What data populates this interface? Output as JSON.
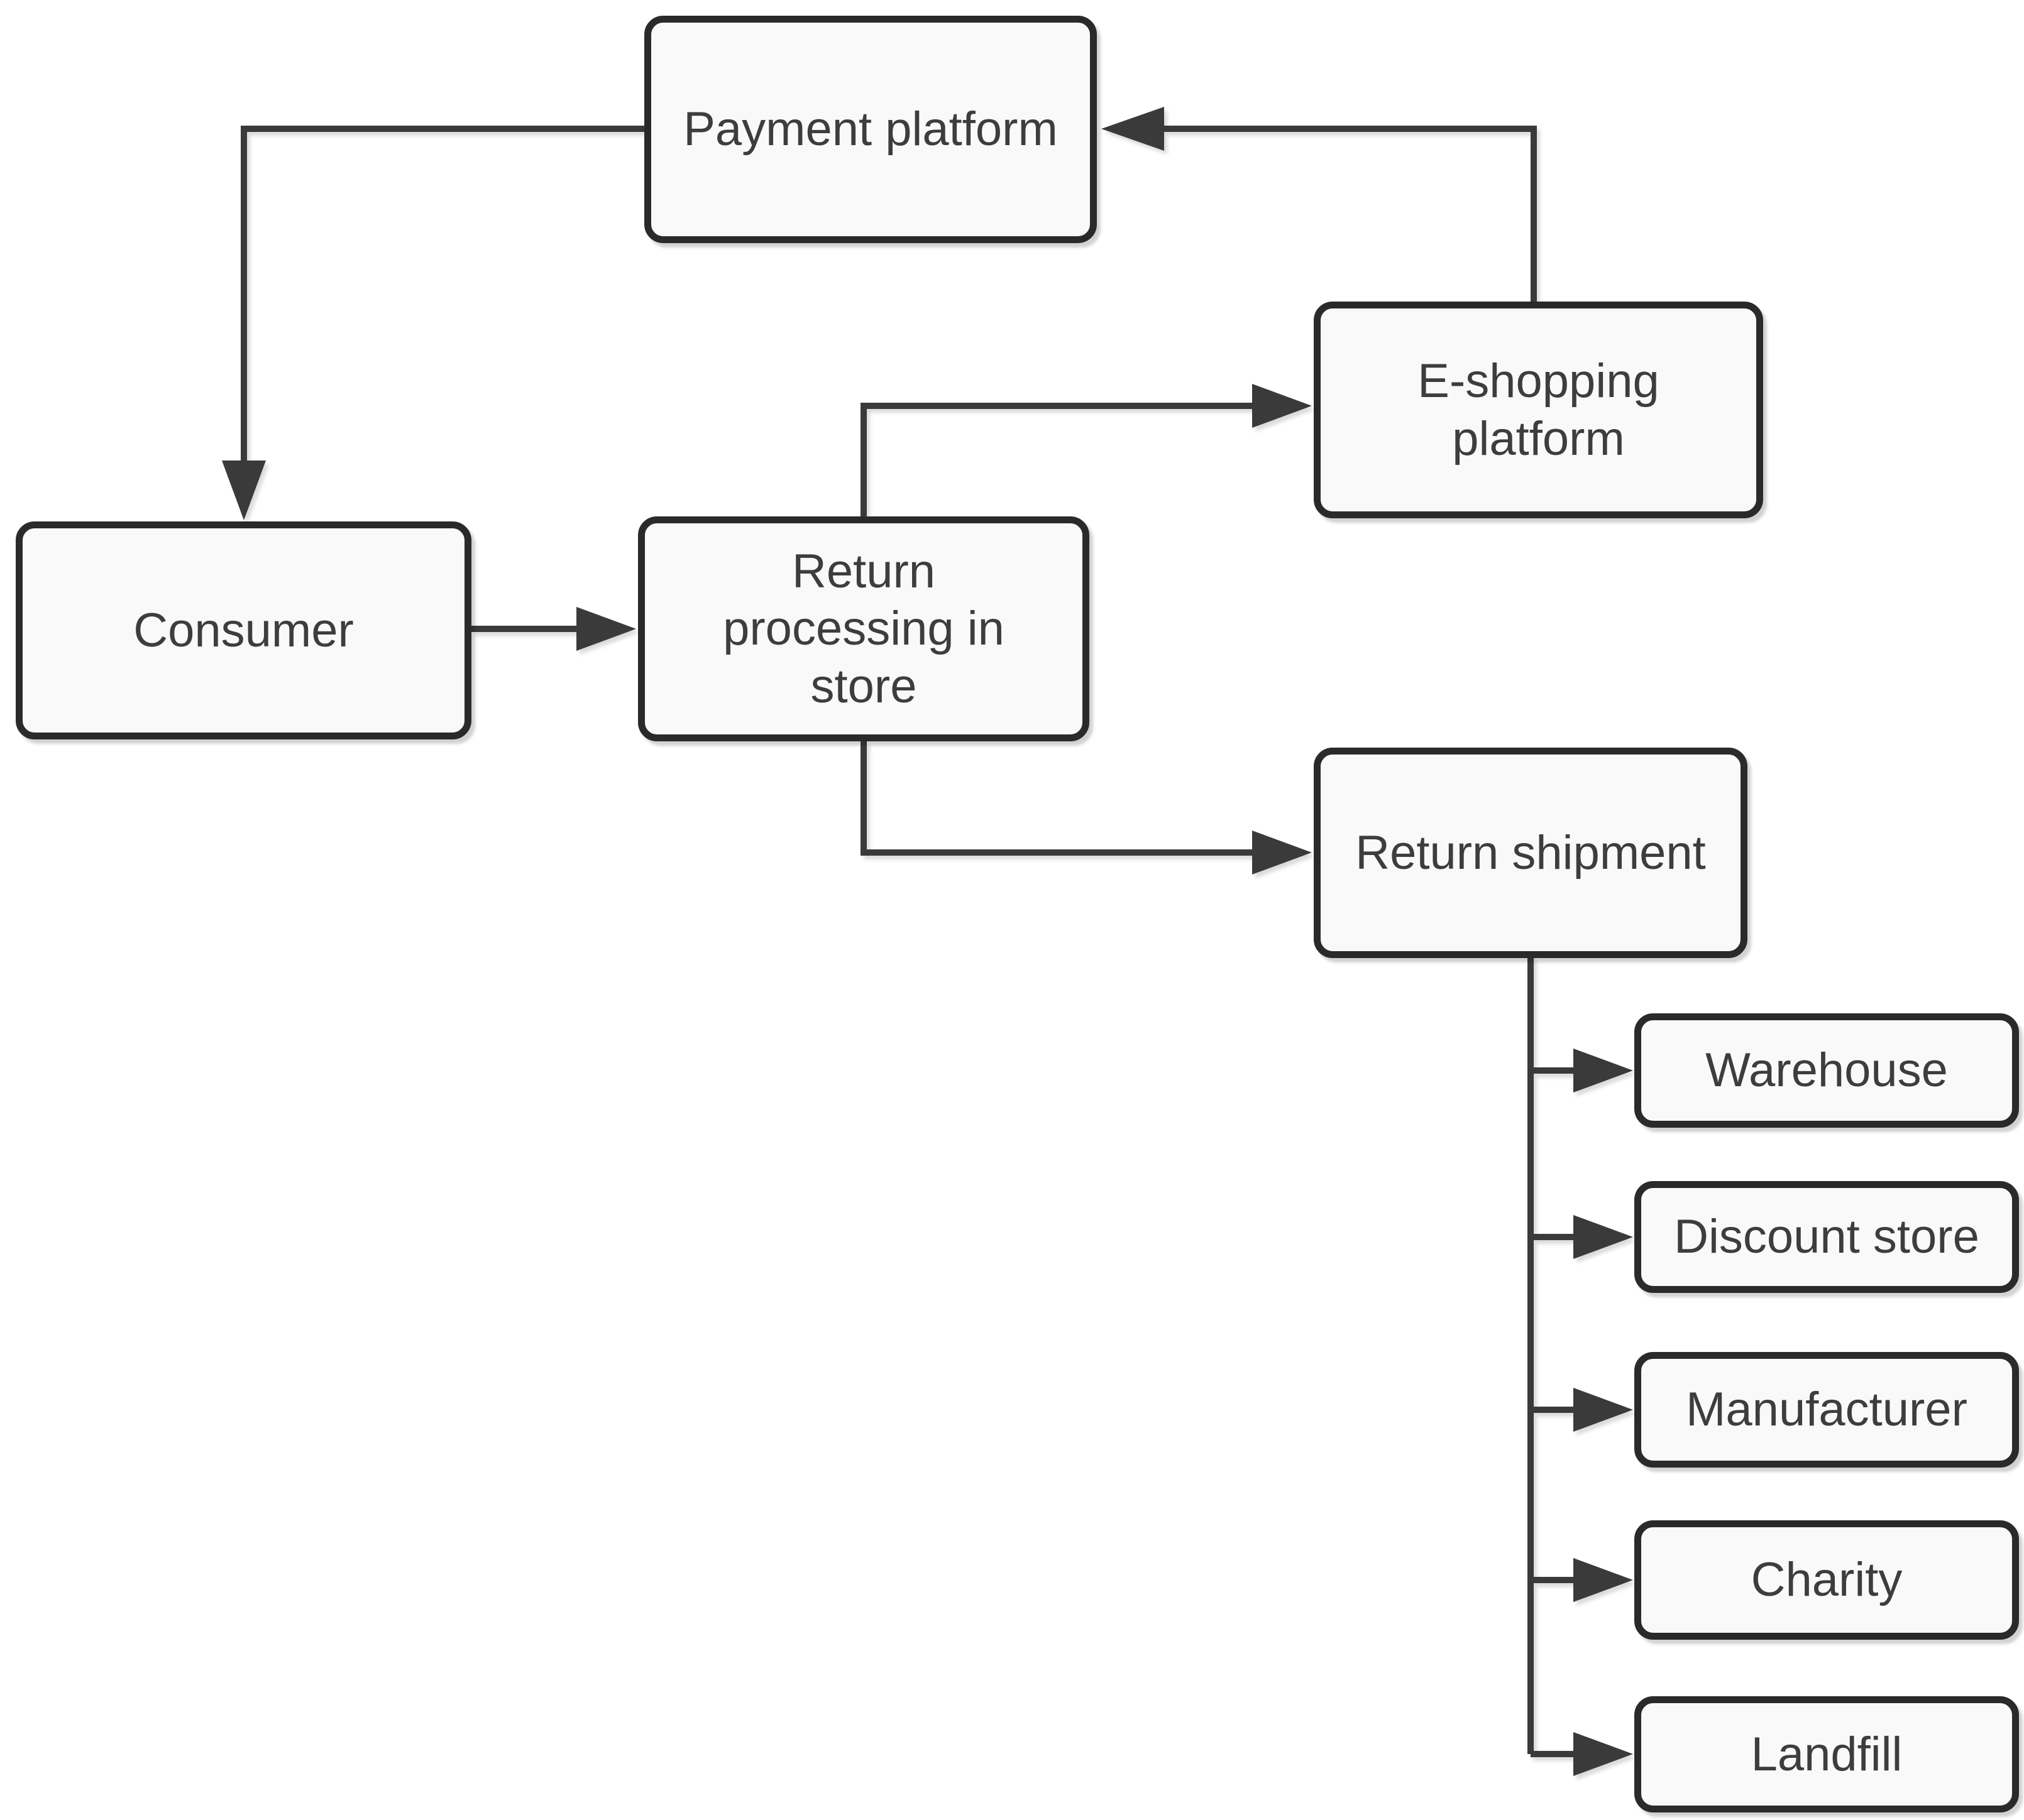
{
  "diagram": {
    "colors": {
      "background": "#ffffff",
      "box-fill": "#f9f9f9",
      "box-border": "#2a2a2a",
      "connector": "#3a3a3a",
      "text": "#3d3d3d"
    },
    "nodes": [
      {
        "id": "payment-platform",
        "label": "Payment platform"
      },
      {
        "id": "e-shopping-platform",
        "label": "E-shopping\nplatform"
      },
      {
        "id": "consumer",
        "label": "Consumer"
      },
      {
        "id": "return-processing-in-store",
        "label": "Return\nprocessing in\nstore"
      },
      {
        "id": "return-shipment",
        "label": "Return shipment"
      },
      {
        "id": "warehouse",
        "label": "Warehouse"
      },
      {
        "id": "discount-store",
        "label": "Discount store"
      },
      {
        "id": "manufacturer",
        "label": "Manufacturer"
      },
      {
        "id": "charity",
        "label": "Charity"
      },
      {
        "id": "landfill",
        "label": "Landfill"
      }
    ],
    "edges": [
      {
        "from": "e-shopping-platform",
        "to": "payment-platform"
      },
      {
        "from": "payment-platform",
        "to": "consumer"
      },
      {
        "from": "consumer",
        "to": "return-processing-in-store"
      },
      {
        "from": "return-processing-in-store",
        "to": "e-shopping-platform"
      },
      {
        "from": "return-processing-in-store",
        "to": "return-shipment"
      },
      {
        "from": "return-shipment",
        "to": "warehouse"
      },
      {
        "from": "return-shipment",
        "to": "discount-store"
      },
      {
        "from": "return-shipment",
        "to": "manufacturer"
      },
      {
        "from": "return-shipment",
        "to": "charity"
      },
      {
        "from": "return-shipment",
        "to": "landfill"
      }
    ]
  }
}
